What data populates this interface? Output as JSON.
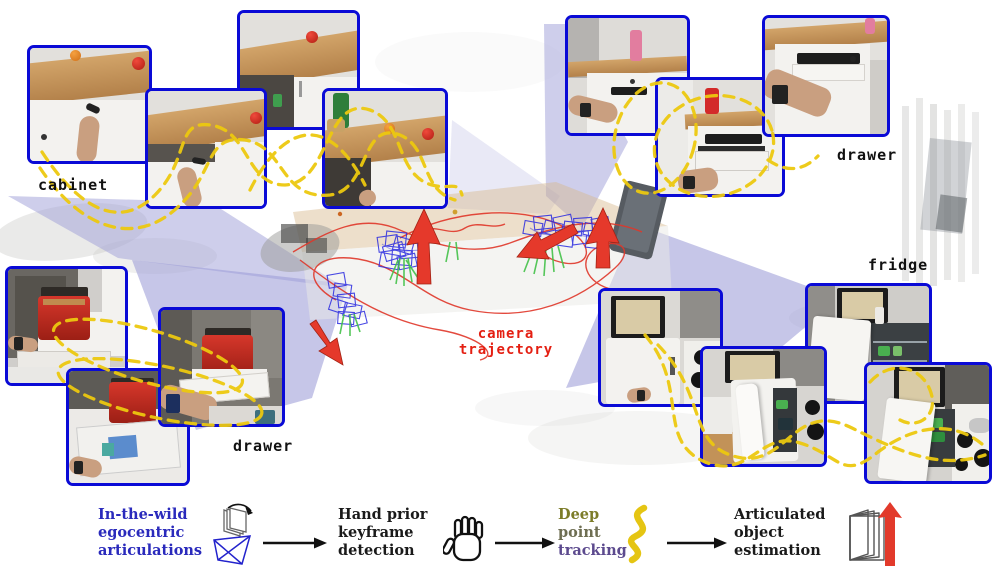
{
  "object_labels": {
    "cabinet": "cabinet",
    "drawer_top": "drawer",
    "drawer_left": "drawer",
    "fridge": "fridge"
  },
  "scene": {
    "camera_trajectory_lines": [
      "camera",
      "trajectory"
    ],
    "trajectory_color": "#e03425",
    "camera_frustum_color": "#2a2ae0",
    "keyframe_marker_color": "#44c24a",
    "motion_arrow_color": "#e5392b",
    "projection_cone_color": "#9d9dd8"
  },
  "photo_strips": {
    "border_color": "#0a0ad6",
    "track_curve_color": "#edc90f"
  },
  "pipeline": {
    "steps": [
      {
        "name": "in-the-wild-egocentric-articulations",
        "lines": [
          "In-the-wild",
          "egocentric",
          "articulations"
        ],
        "color": "#2a2abc",
        "icon": "camera-frustum-icon"
      },
      {
        "name": "hand-prior-keyframe-detection",
        "lines": [
          "Hand prior",
          "keyframe",
          "detection"
        ],
        "color": "#1a1a1a",
        "icon": "hand-icon"
      },
      {
        "name": "deep-point-tracking",
        "lines": [
          "Deep",
          "point",
          "tracking"
        ],
        "line_colors": [
          "#7c7c28",
          "#6e6e52",
          "#5c4a8e"
        ],
        "icon": "point-track-squiggle-icon"
      },
      {
        "name": "articulated-object-estimation",
        "lines": [
          "Articulated",
          "object",
          "estimation"
        ],
        "color": "#1a1a1a",
        "icon": "articulated-door-arrow-icon"
      }
    ]
  }
}
